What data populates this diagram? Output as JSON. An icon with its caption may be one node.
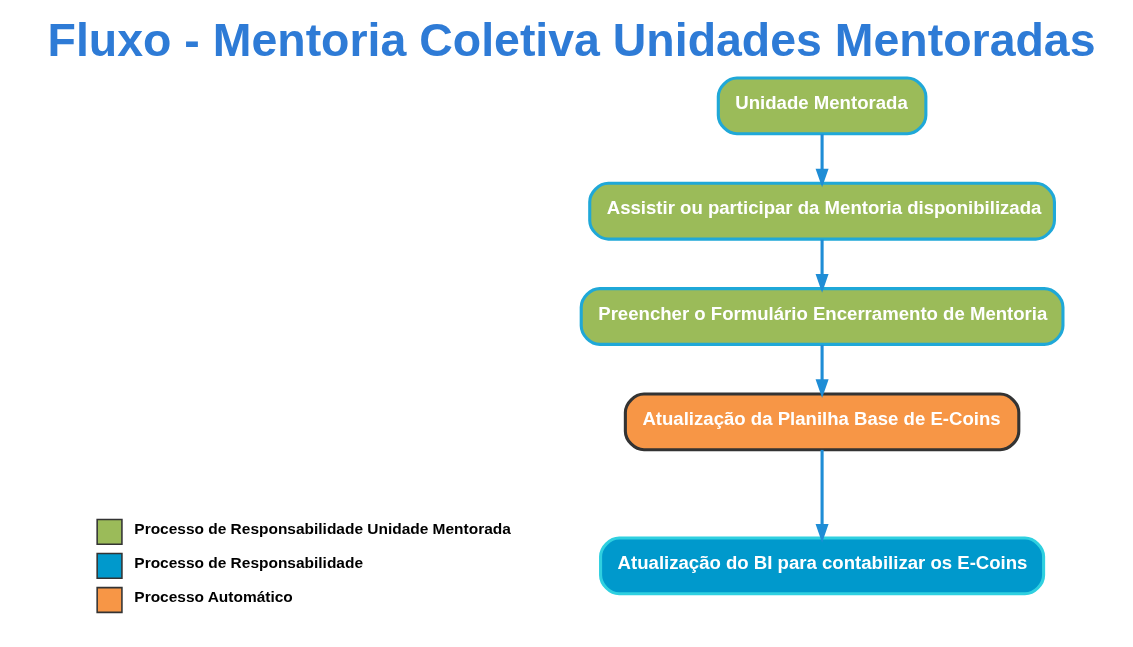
{
  "diagram": {
    "title": "Fluxo - Mentoria Coletiva Unidades Mentoradas",
    "nodes": [
      {
        "text": [
          "Unidade Mentorada"
        ]
      },
      {
        "text": [
          "Assistir ou participar da Mentoria disponibilizada"
        ]
      },
      {
        "text": [
          "Preencher o Formulário Encerramento de Mentoria"
        ]
      },
      {
        "text": [
          "Atualização da Planilha Base de E-Coins"
        ]
      },
      {
        "text": [
          "Atualização do BI para contabilizar os E-Coins"
        ]
      }
    ],
    "edges": [
      {
        "from": 0,
        "to": 1,
        "arrow": "to"
      },
      {
        "from": 1,
        "to": 2,
        "arrow": "to"
      },
      {
        "from": 2,
        "to": 3,
        "arrow": "to"
      },
      {
        "from": 3,
        "to": 4,
        "arrow": "to"
      }
    ],
    "legend": [
      {
        "text": "Processo de Responsabilidade Unidade Mentorada",
        "color": "#9bbb59"
      },
      {
        "text": "Processo de Responsabilidade",
        "color": "#0099cc"
      },
      {
        "text": "Processo Automático",
        "color": "#f79646"
      }
    ]
  }
}
